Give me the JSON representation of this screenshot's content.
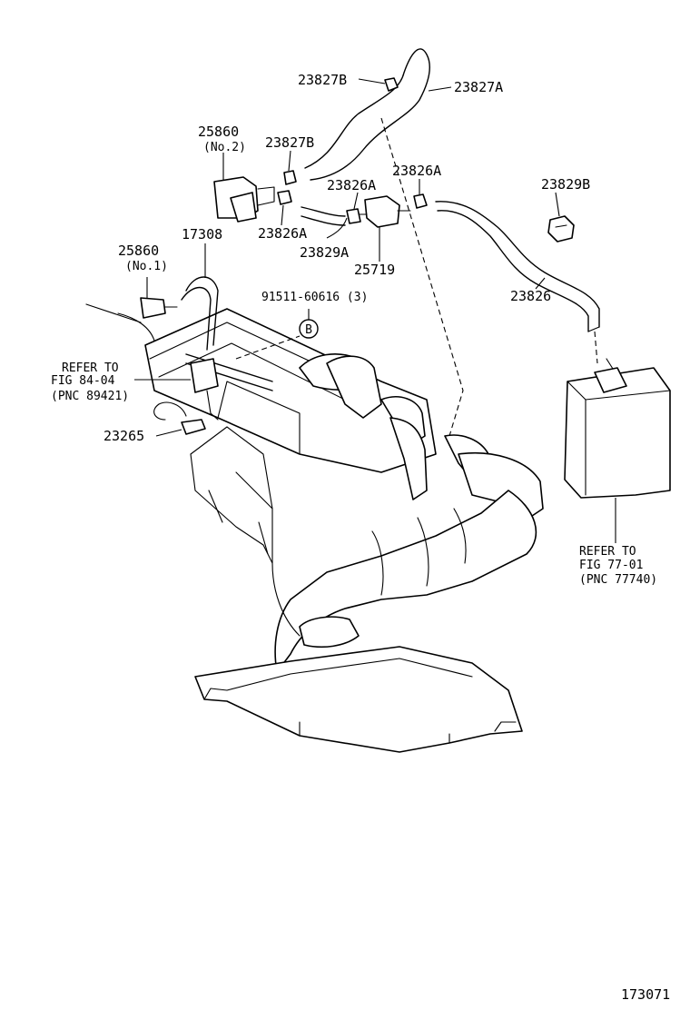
{
  "labels": {
    "p23827b_top": "23827B",
    "p23827a": "23827A",
    "p25860_no2": "25860",
    "p25860_no2_sub": "(No.2)",
    "p23827b_mid": "23827B",
    "p23826a_mid": "23826A",
    "p23826a_right": "23826A",
    "p23829b": "23829B",
    "p23826a_low": "23826A",
    "p23829a": "23829A",
    "p25719": "25719",
    "p17308": "17308",
    "p25860_no1": "25860",
    "p25860_no1_sub": "(No.1)",
    "p23826": "23826",
    "p91511": "91511-60616 (3)",
    "ref_b": "B",
    "refer_left_1": "REFER TO",
    "refer_left_2": "FIG 84-04",
    "refer_left_3": "(PNC 89421)",
    "p23265": "23265",
    "refer_right_1": "REFER TO",
    "refer_right_2": "FIG 77-01",
    "refer_right_3": "(PNC 77740)",
    "figure_number": "173071"
  }
}
